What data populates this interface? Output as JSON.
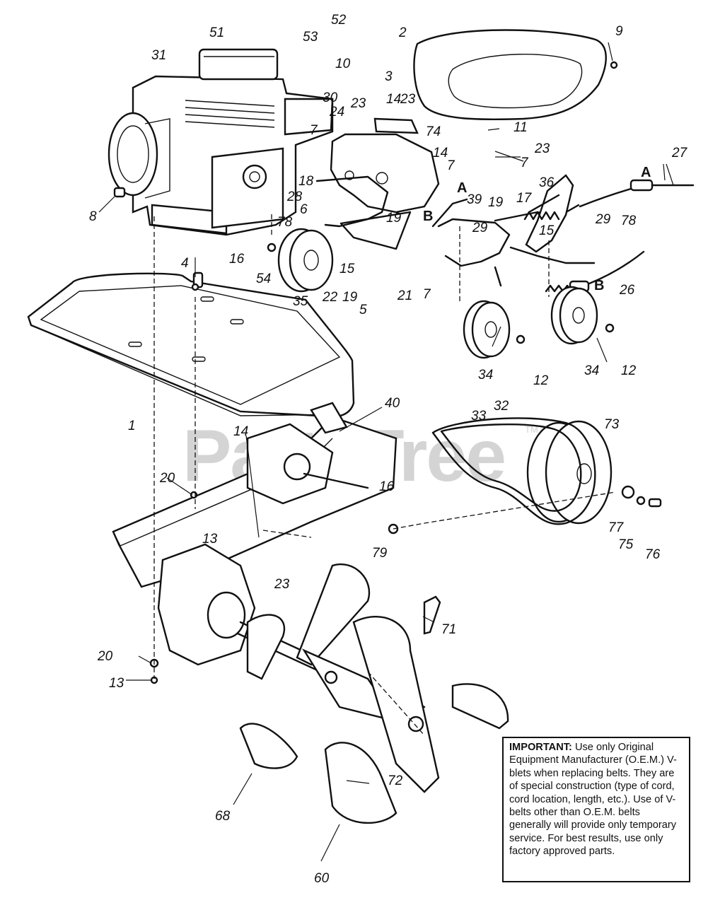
{
  "watermark": {
    "text": "PartsTree",
    "trademark": "TM"
  },
  "notice": {
    "heading": "IMPORTANT:",
    "body": "Use only Original Equipment Manufacturer (O.E.M.) V-blets when replacing belts. They are of special construction (type of cord, cord location, length, etc.). Use of V-belts other than O.E.M. belts generally will provide only temporary service. For best results, use only factory approved parts."
  },
  "callouts": [
    "1",
    "2",
    "3",
    "4",
    "5",
    "6",
    "7",
    "7",
    "7",
    "7",
    "7",
    "8",
    "9",
    "10",
    "11",
    "12",
    "12",
    "13",
    "13",
    "14",
    "14",
    "14",
    "15",
    "15",
    "16",
    "16",
    "17",
    "18",
    "19",
    "19",
    "19",
    "20",
    "20",
    "21",
    "22",
    "23",
    "23",
    "23",
    "23",
    "24",
    "26",
    "27",
    "28",
    "29",
    "29",
    "30",
    "31",
    "32",
    "33",
    "34",
    "34",
    "35",
    "36",
    "39",
    "40",
    "51",
    "52",
    "53",
    "54",
    "60",
    "68",
    "71",
    "72",
    "73",
    "74",
    "75",
    "76",
    "77",
    "78",
    "78",
    "79"
  ],
  "cable_letters": [
    "A",
    "A",
    "B",
    "B"
  ]
}
